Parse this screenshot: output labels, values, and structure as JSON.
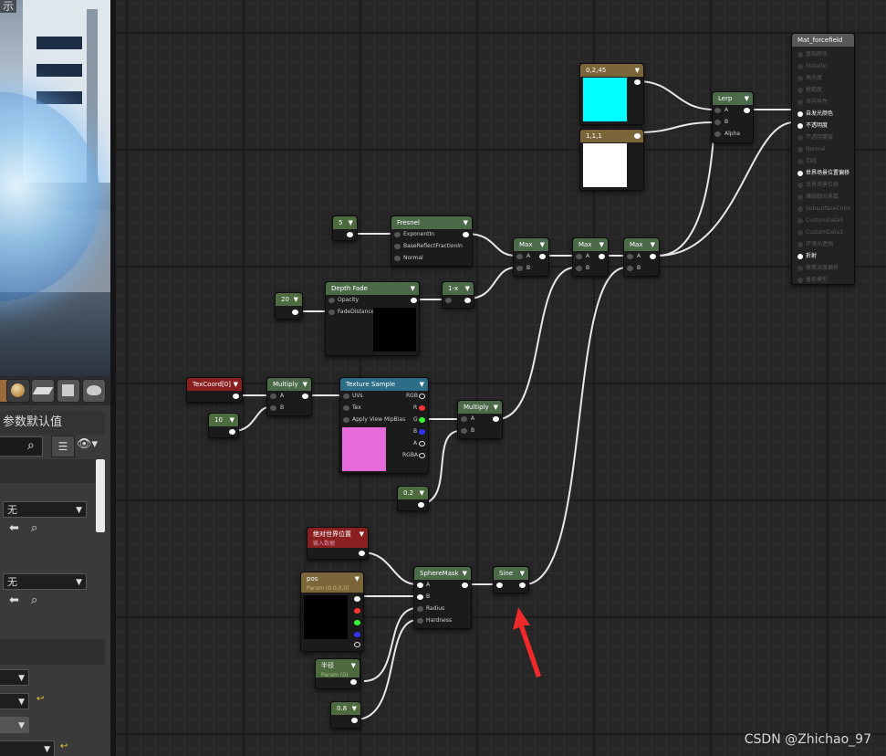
{
  "viewport": {
    "corner_label": "示"
  },
  "details": {
    "tab_label": "参数默认值",
    "combo1": "无",
    "combo2": "无"
  },
  "nodes": {
    "v0245": {
      "title": "0,2,45",
      "color_hex": "#00ffff"
    },
    "v111": {
      "title": "1,1,1",
      "color_hex": "#ffffff"
    },
    "lerp": {
      "title": "Lerp",
      "pins": [
        "A",
        "B",
        "Alpha"
      ]
    },
    "c5": {
      "title": "5"
    },
    "fresnel": {
      "title": "Fresnel",
      "pins": [
        "ExponentIn",
        "BaseReflectFractionIn",
        "Normal"
      ]
    },
    "max1": {
      "title": "Max",
      "pins": [
        "A",
        "B"
      ]
    },
    "max2": {
      "title": "Max",
      "pins": [
        "A",
        "B"
      ]
    },
    "max3": {
      "title": "Max",
      "pins": [
        "A",
        "B"
      ]
    },
    "c20": {
      "title": "20"
    },
    "depthfade": {
      "title": "Depth Fade",
      "pins": [
        "Opacity",
        "FadeDistance"
      ]
    },
    "oneminus": {
      "title": "1-x"
    },
    "texcoord": {
      "title": "TexCoord[0]"
    },
    "mult1": {
      "title": "Multiply",
      "pins": [
        "A",
        "B"
      ]
    },
    "c10": {
      "title": "10"
    },
    "texsample": {
      "title": "Texture Sample",
      "in_pins": [
        "UVs",
        "Tex",
        "Apply View MipBias"
      ],
      "out_pins": [
        "RGB",
        "R",
        "G",
        "B",
        "A",
        "RGBA"
      ]
    },
    "mult2": {
      "title": "Multiply",
      "pins": [
        "A",
        "B"
      ]
    },
    "c02": {
      "title": "0.2"
    },
    "worldpos": {
      "title": "绝对世界位置",
      "subtitle": "输入数据"
    },
    "pos": {
      "title": "pos",
      "subtitle": "Param (0,0,0,0)"
    },
    "spheremask": {
      "title": "SphereMask",
      "pins": [
        "A",
        "B",
        "Radius",
        "Hardness"
      ]
    },
    "sine": {
      "title": "Sine"
    },
    "radius": {
      "title": "半径",
      "subtitle": "Param (0)"
    },
    "c08": {
      "title": "0.8"
    },
    "mat": {
      "title": "Mat_forcefield",
      "rows": [
        {
          "label": "基础颜色",
          "active": false
        },
        {
          "label": "Metallic",
          "active": false
        },
        {
          "label": "高光度",
          "active": false
        },
        {
          "label": "粗糙度",
          "active": false
        },
        {
          "label": "各向异性",
          "active": false
        },
        {
          "label": "自发光颜色",
          "active": true
        },
        {
          "label": "不透明度",
          "active": true
        },
        {
          "label": "不透明蒙版",
          "active": false
        },
        {
          "label": "Normal",
          "active": false
        },
        {
          "label": "切线",
          "active": false
        },
        {
          "label": "世界场景位置偏移",
          "active": true
        },
        {
          "label": "世界场景位移",
          "active": false
        },
        {
          "label": "镶嵌细分乘数",
          "active": false
        },
        {
          "label": "SubsurfaceColor",
          "active": false
        },
        {
          "label": "CustomData0",
          "active": false
        },
        {
          "label": "CustomData1",
          "active": false
        },
        {
          "label": "环境光遮挡",
          "active": false
        },
        {
          "label": "折射",
          "active": true
        },
        {
          "label": "像素深度偏移",
          "active": false
        },
        {
          "label": "着色模型",
          "active": false
        }
      ]
    }
  },
  "colors": {
    "header_const": "#4d6b3f",
    "header_vector": "#7a6638",
    "header_func": "#4c6a4a",
    "header_texture": "#2c6d88",
    "header_texcoord": "#8a1f1f",
    "header_mat": "#585858",
    "texture_preview": "#e66ad8"
  },
  "watermark": "CSDN @Zhichao_97"
}
